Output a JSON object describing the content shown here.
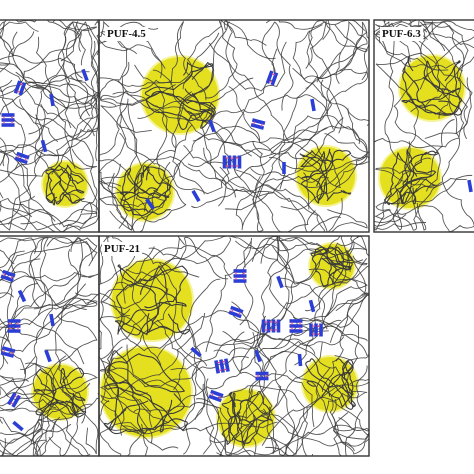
{
  "colors": {
    "border": "#333333",
    "chain": "#3a3a3a",
    "domain_fill": "#e4e020",
    "domain_edge": "#f4f07a",
    "hard_segment": "#2b3fd6",
    "h_bond": "#e0508a",
    "background": "#ffffff"
  },
  "panels": [
    {
      "id": "a",
      "label": ""
    },
    {
      "id": "b",
      "label": "PUF-4.5"
    },
    {
      "id": "c",
      "label": "PUF-6.3"
    },
    {
      "id": "d",
      "label": ""
    },
    {
      "id": "e",
      "label": "PUF-21"
    }
  ]
}
